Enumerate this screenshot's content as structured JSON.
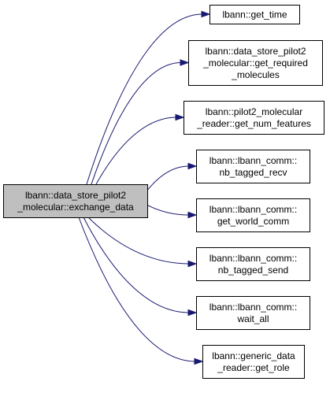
{
  "diagram": {
    "type": "call-graph",
    "edge_color": "#191970",
    "root_fill": "#bfbfbf",
    "root": {
      "id": "exchange_data",
      "lines": [
        "lbann::data_store_pilot2",
        "_molecular::exchange_data"
      ]
    },
    "callees": [
      {
        "id": "get_time",
        "lines": [
          "lbann::get_time"
        ]
      },
      {
        "id": "get_required_molecules",
        "lines": [
          "lbann::data_store_pilot2",
          "_molecular::get_required",
          "_molecules"
        ]
      },
      {
        "id": "get_num_features",
        "lines": [
          "lbann::pilot2_molecular",
          "_reader::get_num_features"
        ]
      },
      {
        "id": "nb_tagged_recv",
        "lines": [
          "lbann::lbann_comm::",
          "nb_tagged_recv"
        ]
      },
      {
        "id": "get_world_comm",
        "lines": [
          "lbann::lbann_comm::",
          "get_world_comm"
        ]
      },
      {
        "id": "nb_tagged_send",
        "lines": [
          "lbann::lbann_comm::",
          "nb_tagged_send"
        ]
      },
      {
        "id": "wait_all",
        "lines": [
          "lbann::lbann_comm::",
          "wait_all"
        ]
      },
      {
        "id": "get_role",
        "lines": [
          "lbann::generic_data",
          "_reader::get_role"
        ]
      }
    ]
  }
}
